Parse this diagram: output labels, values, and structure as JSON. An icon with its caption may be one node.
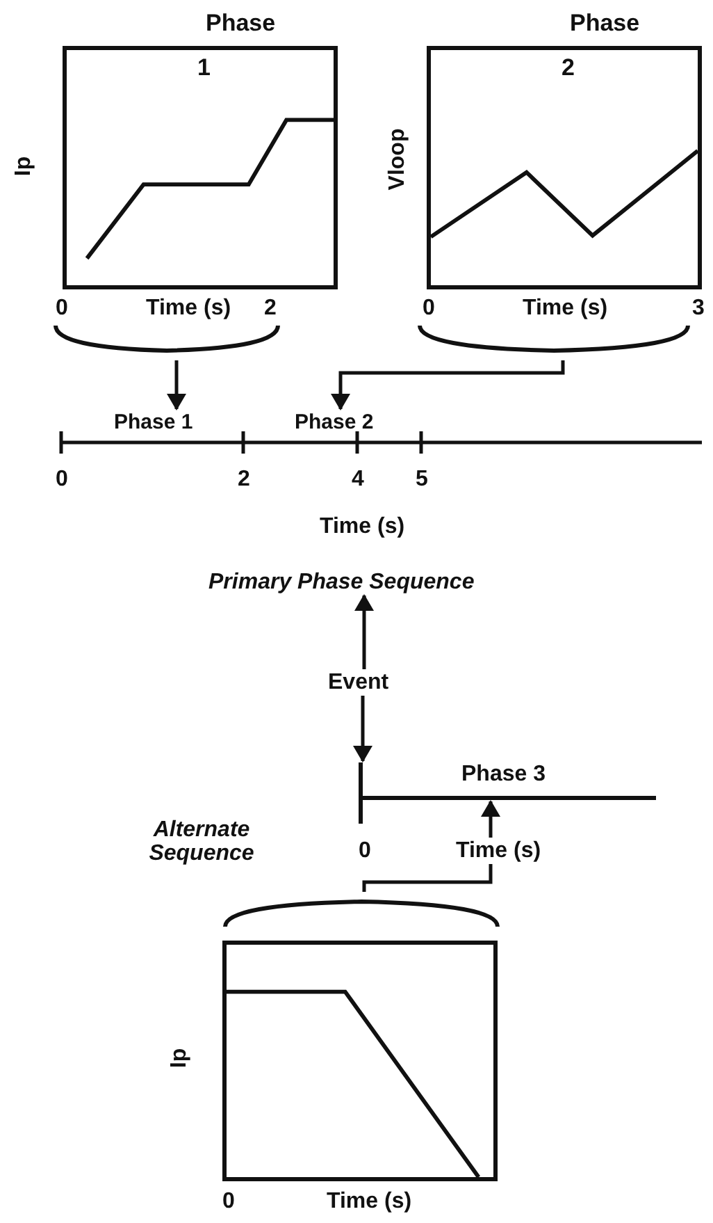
{
  "diagram": {
    "nodes": [
      {
        "text": [
          "Phase",
          "1"
        ],
        "beside": [
          "Ip",
          "0",
          "Time (s)",
          "2"
        ]
      },
      {
        "text": [
          "Phase",
          "2"
        ],
        "beside": [
          "Vloop",
          "0",
          "Time (s)",
          "3"
        ]
      },
      {
        "text": [
          "Phase 1"
        ]
      },
      {
        "text": [
          "Phase 2"
        ]
      },
      {
        "text": [
          "Primary Phase Sequence"
        ]
      },
      {
        "text": [
          "Event"
        ]
      },
      {
        "text": [],
        "shape": "bar"
      },
      {
        "text": [
          "Time (s)"
        ]
      },
      {
        "text": [
          "Phase 3"
        ]
      },
      {
        "text": [],
        "shape": "box",
        "beside": [
          "Ip",
          "0",
          "Time (s)"
        ]
      }
    ],
    "edges": [
      {
        "from": 0,
        "to": 2,
        "arrow": "to"
      },
      {
        "from": 1,
        "to": 3,
        "arrow": "to"
      },
      {
        "from": 5,
        "to": 4,
        "arrow": "to"
      },
      {
        "from": 5,
        "to": 6,
        "arrow": "to"
      },
      {
        "from": 7,
        "to": 8,
        "arrow": "to"
      },
      {
        "from": 7,
        "to": 9,
        "arrow": "none"
      }
    ],
    "labels": [
      "0",
      "2",
      "4",
      "5",
      "Time (s)",
      "Alternate Sequence",
      "0"
    ]
  }
}
